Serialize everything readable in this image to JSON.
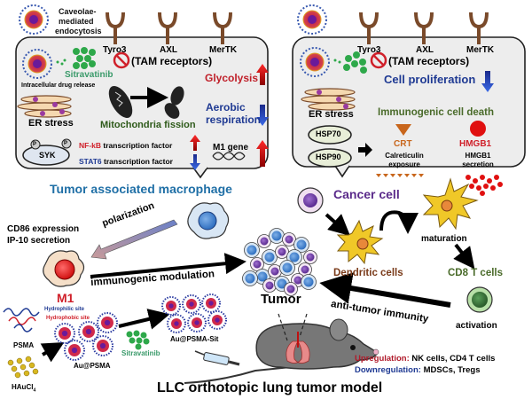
{
  "colors": {
    "tam_title": "#1f6fa6",
    "red": "#d0202a",
    "navy": "#1f3a93",
    "green_text": "#2e7d32",
    "teal_green": "#3a9a6a",
    "orange": "#c8661c",
    "olive": "#4a6b2a",
    "brown_text": "#7a3b1a",
    "panel_fill": "#ededed",
    "receptor": "#7a4a2a"
  },
  "top_left": {
    "endocytosis_label": "Caveolae-mediated endocytosis",
    "endocytosis_line1": "Caveolae-",
    "endocytosis_line2": "mediated",
    "endocytosis_line3": "endocytosis",
    "receptors": [
      "Tyro3",
      "AXL",
      "MerTK"
    ],
    "tam_receptors": "(TAM receptors)",
    "drug": "Sitravatinib",
    "drug_release": "Intracellular drug release",
    "er_stress": "ER stress",
    "mito_fission": "Mitochondria fission",
    "glycolysis": "Glycolysis",
    "aerobic1": "Aerobic",
    "aerobic2": "respiration",
    "syk": "SYK",
    "p": "P",
    "nfkb": "NF-kB",
    "nfkb_tf": "transcription factor",
    "stat6": "STAT6",
    "stat6_tf": "transcription factor",
    "m1_gene": "M1 gene",
    "title": "Tumor associated macrophage"
  },
  "top_right": {
    "receptors": [
      "Tyro3",
      "AXL",
      "MerTK"
    ],
    "tam_receptors": "(TAM receptors)",
    "cell_proliferation": "Cell proliferation",
    "er_stress": "ER stress",
    "icd": "Immunogenic cell death",
    "hsp70": "HSP70",
    "hsp90": "HSP90",
    "crt": "CRT",
    "crt_desc1": "Calreticulin",
    "crt_desc2": "exposure",
    "hmgb1": "HMGB1",
    "hmgb1_desc1": "HMGB1",
    "hmgb1_desc2": "secretion"
  },
  "middle": {
    "cancer_cell": "Cancer cell",
    "cd86": "CD86 expression",
    "ip10": "IP-10 secretion",
    "polarization": "polarization",
    "m1": "M1",
    "immunogenic_modulation": "immunogenic modulation",
    "tumor": "Tumor",
    "dendritic_cells": "Dendritic cells",
    "maturation": "maturation",
    "cd8": "CD8 T cells",
    "activation": "activation",
    "anti_tumor": "anti-tumor immunity"
  },
  "bottom": {
    "psma": "PSMA",
    "hydrophilic": "Hydrophilic site",
    "hydrophobic": "Hydrophobic site",
    "haucl4": "HAuCl",
    "haucl4_sub": "4",
    "au_psma": "Au@PSMA",
    "sitravatinib": "Sitravatinib",
    "au_psma_sit": "Au@PSMA-Sit",
    "upregulation_label": "Upregulation:",
    "upregulation_value": "NK cells, CD4 T cells",
    "downregulation_label": "Downregulation:",
    "downregulation_value": "MDSCs, Tregs",
    "model_title": "LLC orthotopic lung tumor model"
  }
}
